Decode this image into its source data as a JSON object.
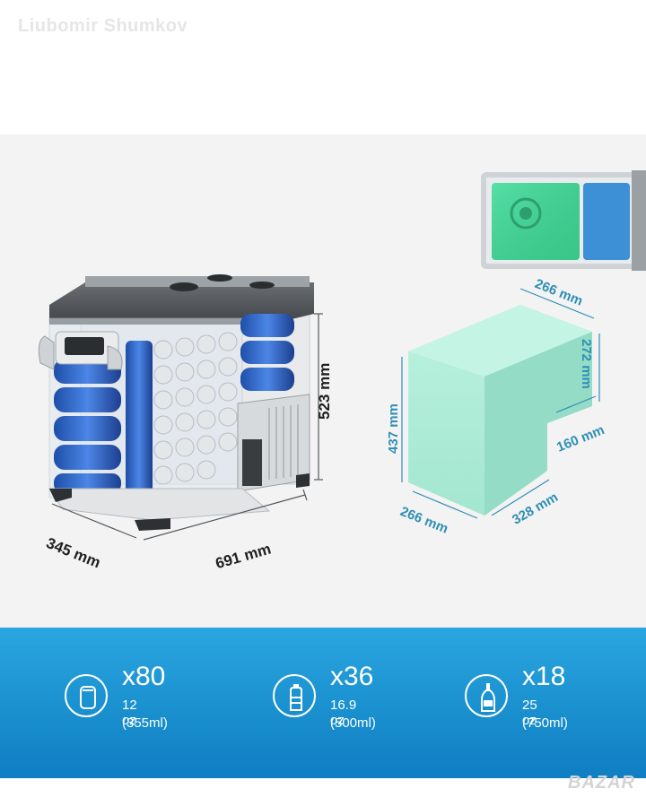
{
  "watermark": "Liubomir Shumkov",
  "dimensions": {
    "outer_height": "523 mm",
    "outer_depth": "345 mm",
    "outer_width": "691 mm",
    "inner_top_depth": "266 mm",
    "inner_step_height": "272 mm",
    "inner_step_depth": "160 mm",
    "inner_height": "437 mm",
    "inner_front_depth": "266 mm",
    "inner_length": "328 mm"
  },
  "capacity": [
    {
      "count": "x80",
      "size": "12 oz",
      "metric": "(355ml)",
      "icon": "can-icon"
    },
    {
      "count": "x36",
      "size": "16.9 oz",
      "metric": "(500ml)",
      "icon": "water-bottle-icon"
    },
    {
      "count": "x18",
      "size": "25 oz",
      "metric": "(750ml)",
      "icon": "wine-bottle-icon"
    }
  ],
  "logo": "BAZAR",
  "colors": {
    "band": "#1a90cf",
    "teal_text": "#2f8fb5",
    "volume": "#a8ead6"
  }
}
